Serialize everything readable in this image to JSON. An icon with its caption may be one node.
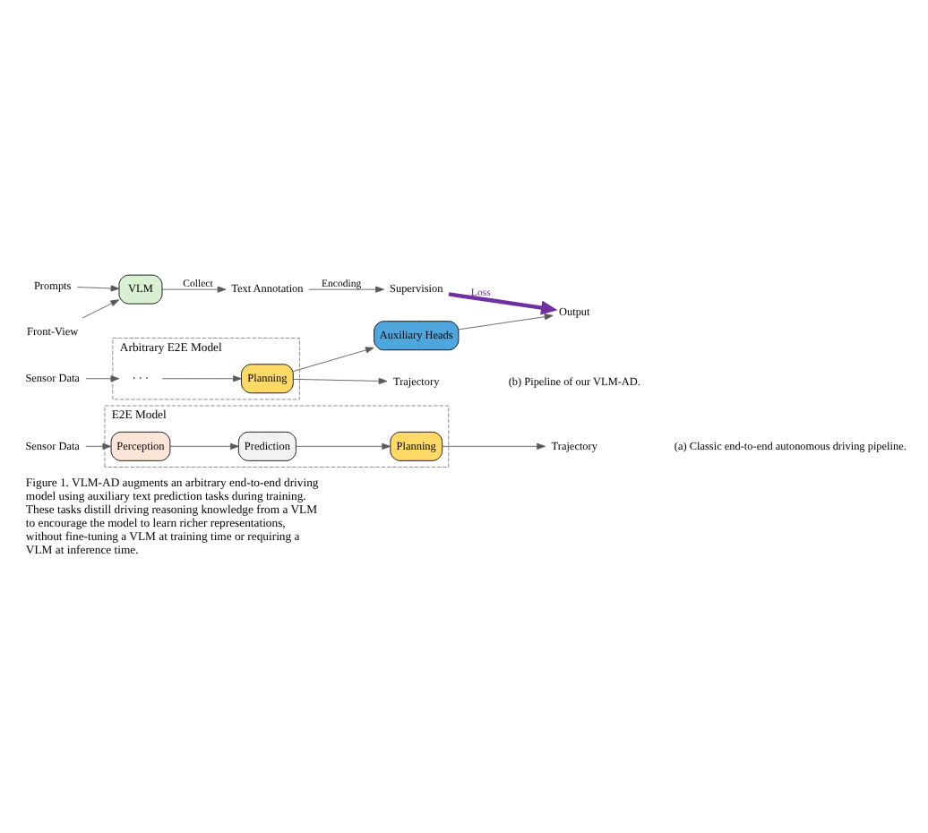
{
  "diagram": {
    "caption": "Figure 1. VLM-AD augments an arbitrary end-to-end driving model using auxiliary text prediction tasks during training. These tasks distill driving reasoning knowledge from a VLM to encourage the model to learn richer representations, without fine-tuning a VLM at training time or requiring a VLM at inference time.",
    "nodes": [
      {
        "text": [
          "Sensor Data"
        ]
      },
      {
        "text": [
          "E2E Model"
        ]
      },
      {
        "text": [
          "Perception"
        ],
        "in": 1
      },
      {
        "text": [
          "Prediction"
        ],
        "in": 1
      },
      {
        "text": [
          "Planning"
        ],
        "in": 1
      },
      {
        "text": [
          "Trajectory"
        ]
      },
      {
        "text": [
          "Front-View"
        ]
      },
      {
        "text": [
          "Prompts"
        ]
      },
      {
        "text": [
          "VLM"
        ]
      },
      {
        "text": [
          "Text Annotation"
        ]
      },
      {
        "text": [
          "Supervision"
        ]
      },
      {
        "text": [
          "Output"
        ]
      },
      {
        "text": [
          "Arbitrary E2E Model"
        ]
      },
      {
        "text": [
          "· · ·"
        ],
        "in": 12
      },
      {
        "text": [
          "Planning"
        ],
        "in": 12
      },
      {
        "text": [
          "Auxiliary Heads"
        ]
      },
      {
        "text": [
          "Sensor Data"
        ]
      },
      {
        "text": [
          "Trajectory"
        ]
      }
    ],
    "edges": [
      {
        "from": 0,
        "to": 2,
        "arrow": "to"
      },
      {
        "from": 2,
        "to": 3,
        "arrow": "to"
      },
      {
        "from": 3,
        "to": 4,
        "arrow": "to"
      },
      {
        "from": 4,
        "to": 5,
        "arrow": "to"
      },
      {
        "from": 6,
        "to": 8,
        "arrow": "to"
      },
      {
        "from": 7,
        "to": 8,
        "arrow": "to"
      },
      {
        "from": 8,
        "to": 9,
        "arrow": "to",
        "label": "Collect"
      },
      {
        "from": 9,
        "to": 10,
        "arrow": "to",
        "label": "Encoding"
      },
      {
        "from": 10,
        "to": 11,
        "arrow": "to",
        "label": "Loss",
        "style": "thick",
        "color": "#7030a0"
      },
      {
        "from": 16,
        "to": 13,
        "arrow": "to"
      },
      {
        "from": 13,
        "to": 14,
        "arrow": "to"
      },
      {
        "from": 14,
        "to": 15,
        "arrow": "to"
      },
      {
        "from": 14,
        "to": 17,
        "arrow": "to"
      },
      {
        "from": 15,
        "to": 11,
        "arrow": "to"
      }
    ],
    "labels": [
      "(a) Classic end-to-end autonomous driving pipeline.",
      "(b) Pipeline of our VLM-AD."
    ]
  }
}
